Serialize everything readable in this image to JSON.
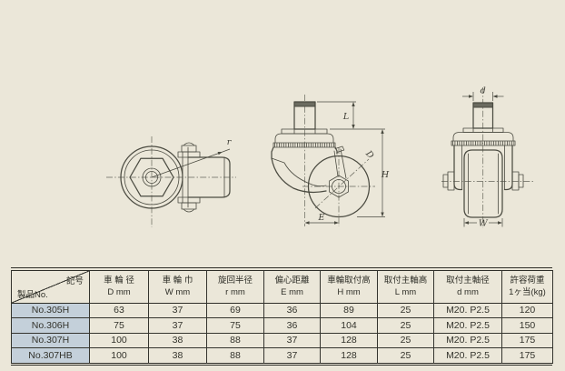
{
  "page": {
    "background": "#ebe7d9"
  },
  "diagrams": {
    "top_view": {
      "labels": {
        "r": "r"
      }
    },
    "side_view": {
      "labels": {
        "L": "L",
        "H": "H",
        "D": "D",
        "E": "E"
      }
    },
    "front_view": {
      "labels": {
        "d": "d",
        "W": "W"
      }
    }
  },
  "table": {
    "corner": {
      "top_right": "記号",
      "bottom_left": "製品No."
    },
    "headers": [
      {
        "line1": "車 輪 径",
        "line2": "D mm"
      },
      {
        "line1": "車 輪 巾",
        "line2": "W mm"
      },
      {
        "line1": "旋回半径",
        "line2": "r mm"
      },
      {
        "line1": "偏心距離",
        "line2": "E mm"
      },
      {
        "line1": "車輪取付高",
        "line2": "H mm"
      },
      {
        "line1": "取付主軸高",
        "line2": "L mm"
      },
      {
        "line1": "取付主軸径",
        "line2": "d mm"
      },
      {
        "line1": "許容荷重",
        "line2": "1ヶ当(kg)"
      }
    ],
    "rows": [
      {
        "product_no": "No.305H",
        "values": [
          "63",
          "37",
          "69",
          "36",
          "89",
          "25",
          "M20. P2.5",
          "120"
        ]
      },
      {
        "product_no": "No.306H",
        "values": [
          "75",
          "37",
          "75",
          "36",
          "104",
          "25",
          "M20. P2.5",
          "150"
        ]
      },
      {
        "product_no": "No.307H",
        "values": [
          "100",
          "38",
          "88",
          "37",
          "128",
          "25",
          "M20. P2.5",
          "175"
        ]
      },
      {
        "product_no": "No.307HB",
        "values": [
          "100",
          "38",
          "88",
          "37",
          "128",
          "25",
          "M20. P2.5",
          "175"
        ]
      }
    ],
    "colors": {
      "product_cell_bg": "#c4d0da",
      "line": "#34342e"
    }
  }
}
